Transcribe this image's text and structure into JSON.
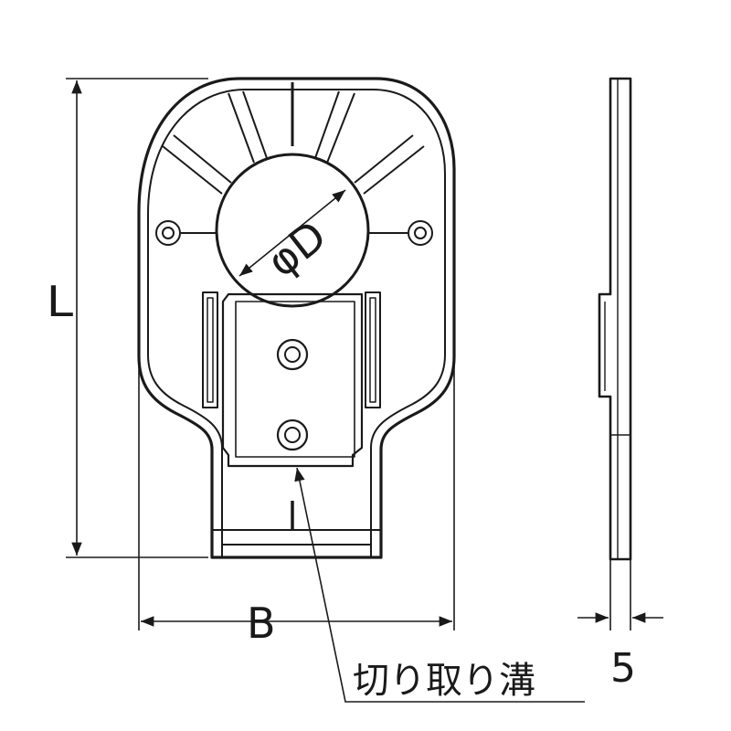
{
  "labels": {
    "length": "L",
    "width": "B",
    "diameter": "φD",
    "thickness": "5",
    "cut_groove": "切り取り溝"
  }
}
